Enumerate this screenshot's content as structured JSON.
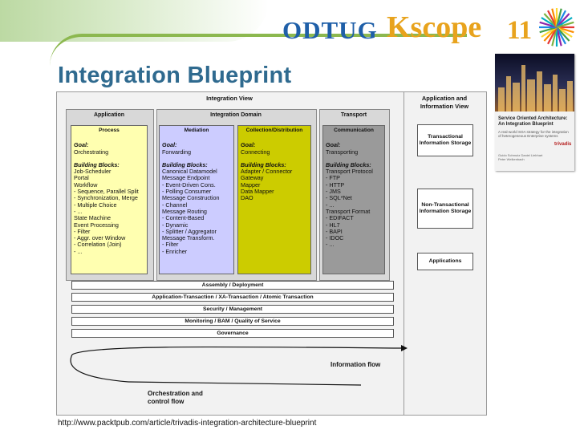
{
  "slide": {
    "title": "Integration Blueprint",
    "url": "http://www.packtpub.com/article/trivadis-integration-architecture-blueprint"
  },
  "logo": {
    "part1": "ODTUG",
    "part2": "Kscope",
    "part3": "11"
  },
  "book": {
    "title": "Service Oriented Architecture: An Integration Blueprint",
    "subtitle": "A real-world SOA strategy for the integration of heterogeneous Enterprise systems",
    "authors": "Guido Schmutz  Daniel Liebhart  Peter Welkenbach",
    "brand": "trivadis"
  },
  "diagram": {
    "integration_view": "Integration View",
    "app_info_view": "Application and Information View",
    "columns": {
      "application": "Application",
      "integration_domain": "Integration Domain",
      "transport": "Transport"
    },
    "process": {
      "header": "Process",
      "lines": [
        {
          "t": "Goal:",
          "k": "it"
        },
        {
          "t": "Orchestrating"
        },
        {
          "k": "gap"
        },
        {
          "t": "Building Blocks:",
          "k": "it"
        },
        {
          "t": "Job-Scheduler"
        },
        {
          "t": "Portal"
        },
        {
          "t": "Workflow"
        },
        {
          "t": "- Sequence, Parallel Split"
        },
        {
          "t": "- Synchronization, Merge"
        },
        {
          "t": "- Multiple Choice"
        },
        {
          "t": "- ..."
        },
        {
          "t": "State Machine"
        },
        {
          "t": "Event Processing"
        },
        {
          "t": "- Filter"
        },
        {
          "t": "- Aggr. over Window"
        },
        {
          "t": "- Correlation (Join)"
        },
        {
          "t": "- ..."
        }
      ]
    },
    "mediation": {
      "header": "Mediation",
      "lines": [
        {
          "t": "Goal:",
          "k": "it"
        },
        {
          "t": "Forwarding"
        },
        {
          "k": "gap"
        },
        {
          "t": "Building Blocks:",
          "k": "it"
        },
        {
          "t": "Canonical Datamodel"
        },
        {
          "t": "Message Endpoint"
        },
        {
          "t": "- Event-Driven Cons."
        },
        {
          "t": "- Polling Consumer"
        },
        {
          "t": "Message Construction"
        },
        {
          "t": "- Channel"
        },
        {
          "t": "Message Routing"
        },
        {
          "t": "- Content-Based"
        },
        {
          "t": "- Dynamic"
        },
        {
          "t": "- Splitter / Aggregator"
        },
        {
          "t": "Message Transform."
        },
        {
          "t": "- Filter"
        },
        {
          "t": "- Enricher"
        }
      ]
    },
    "collection": {
      "header": "Collection/Distribution",
      "lines": [
        {
          "t": "Goal:",
          "k": "it"
        },
        {
          "t": "Connecting"
        },
        {
          "k": "gap"
        },
        {
          "t": "Building Blocks:",
          "k": "it"
        },
        {
          "t": "Adapter / Connector"
        },
        {
          "t": "Gateway"
        },
        {
          "t": "Mapper"
        },
        {
          "t": "Data Mapper"
        },
        {
          "t": "DAO"
        }
      ]
    },
    "communication": {
      "header": "Communication",
      "lines": [
        {
          "t": "Goal:",
          "k": "it"
        },
        {
          "t": "Transporting"
        },
        {
          "k": "gap"
        },
        {
          "t": "Building Blocks:",
          "k": "it"
        },
        {
          "t": "Transport Protocol"
        },
        {
          "t": "- FTP"
        },
        {
          "t": "- HTTP"
        },
        {
          "t": "- JMS"
        },
        {
          "t": "- SQL*Net"
        },
        {
          "t": "- ..."
        },
        {
          "t": "Transport Format"
        },
        {
          "t": "- EDIFACT"
        },
        {
          "t": "- HL7"
        },
        {
          "t": "- BAPI"
        },
        {
          "t": "- IDOC"
        },
        {
          "t": "- ..."
        }
      ]
    },
    "bands": [
      "Assembly / Deployment",
      "Application-Transaction / XA-Transaction / Atomic Transaction",
      "Security / Management",
      "Monitoring / BAM / Quality of Service",
      "Governance"
    ],
    "storage": {
      "transactional": "Transactional Information Storage",
      "non_transactional": "Non-Transactional Information Storage",
      "applications": "Applications"
    },
    "flows": {
      "information": "Information flow",
      "orchestration": "Orchestration and control flow"
    }
  }
}
